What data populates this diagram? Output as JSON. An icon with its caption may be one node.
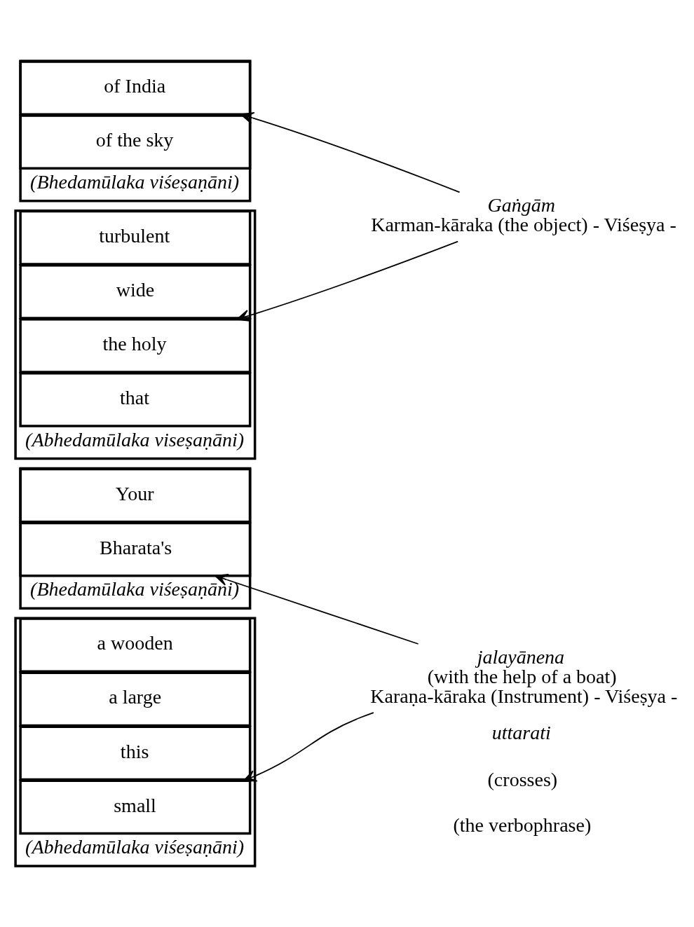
{
  "diagram": {
    "nodes": [
      {
        "text": [],
        "shape": "box",
        "beside": [
          "(Bhedamūlaka viśeṣaṇāni)"
        ]
      },
      {
        "text": [
          "Your"
        ],
        "in": 0
      },
      {
        "text": [
          "Bharata's"
        ],
        "in": 0
      },
      {
        "text": [],
        "shape": "box",
        "beside": [
          "(Abhedamūlaka viśeṣaṇāni)"
        ]
      },
      {
        "text": [
          "a wooden"
        ],
        "in": 3
      },
      {
        "text": [
          "a large"
        ],
        "in": 3
      },
      {
        "text": [
          "this"
        ],
        "in": 3
      },
      {
        "text": [
          "small"
        ],
        "in": 3
      },
      {
        "text": [
          "jalayānena",
          "(with the help of a boat)",
          "Karaṇa-kāraka (Instrument) - Viśeṣya -"
        ]
      },
      {
        "text": [],
        "shape": "box",
        "beside": [
          "(Bhedamūlaka viśeṣaṇāni)"
        ]
      },
      {
        "text": [
          "of India"
        ],
        "in": 9
      },
      {
        "text": [
          "of the sky"
        ],
        "in": 9
      },
      {
        "text": [
          "Gaṅgām",
          "Karman-kāraka (the object) - Viśeṣya -"
        ]
      },
      {
        "text": [],
        "shape": "box",
        "beside": [
          "(Abhedamūlaka viseṣaṇāni)"
        ]
      },
      {
        "text": [
          "turbulent"
        ],
        "in": 13
      },
      {
        "text": [
          "wide"
        ],
        "in": 13
      },
      {
        "text": [
          "the holy"
        ],
        "in": 13
      },
      {
        "text": [
          "that"
        ],
        "in": 13
      }
    ],
    "edges": [
      {
        "from": 8,
        "to": 2,
        "arrow": "to"
      },
      {
        "from": 8,
        "to": 7,
        "arrow": "to"
      },
      {
        "from": 12,
        "to": 10,
        "arrow": "to"
      },
      {
        "from": 12,
        "to": 16,
        "arrow": "to"
      }
    ],
    "labels": [
      "uttarati",
      "(crosses)",
      "(the verbophrase)"
    ]
  }
}
